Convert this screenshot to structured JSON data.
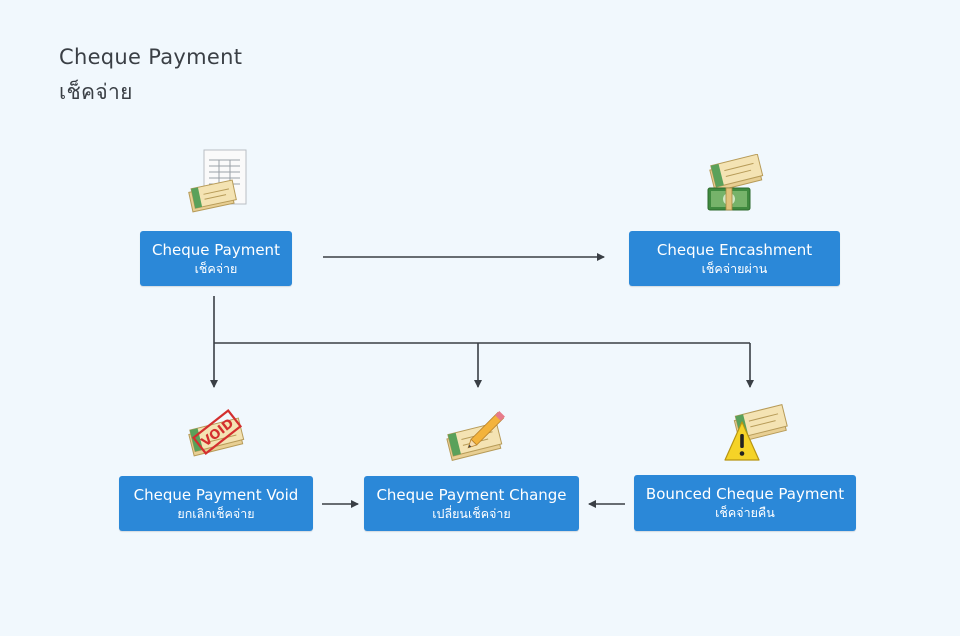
{
  "title": {
    "line1": "Cheque  Payment",
    "line2": "เช็คจ่าย"
  },
  "nodes": {
    "payment": {
      "en": "Cheque Payment",
      "th": "เช็คจ่าย"
    },
    "encashment": {
      "en": "Cheque Encashment",
      "th": "เช็คจ่ายผ่าน"
    },
    "void": {
      "en": "Cheque Payment Void",
      "th": "ยกเลิกเช็คจ่าย"
    },
    "change": {
      "en": "Cheque Payment Change",
      "th": "เปลี่ยนเช็คจ่าย"
    },
    "bounced": {
      "en": "Bounced Cheque Payment",
      "th": "เช็คจ่ายคืน"
    }
  },
  "void_stamp": "VOID",
  "colors": {
    "node_fill": "#2b88d8",
    "arrow": "#3a3f45",
    "background": "#f1f8fd"
  },
  "icons": [
    "cheque-document-icon",
    "cheque-cash-icon",
    "cheque-void-icon",
    "cheque-edit-icon",
    "cheque-warning-icon"
  ]
}
